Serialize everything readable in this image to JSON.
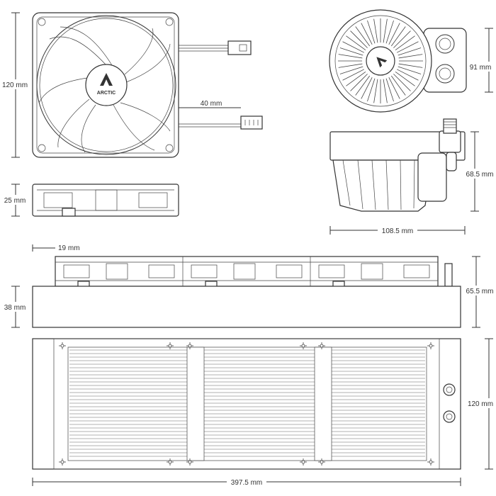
{
  "brand": "ARCTIC",
  "dimensions": {
    "fan_height": "120 mm",
    "cable_length": "40 mm",
    "fan_thickness": "25 mm",
    "pump_diameter": "91 mm",
    "pump_height": "68.5 mm",
    "pump_width": "108.5 mm",
    "fan_offset": "19 mm",
    "radiator_thickness": "38 mm",
    "total_thickness": "65.5 mm",
    "radiator_height": "120 mm",
    "radiator_length": "397.5 mm"
  },
  "colors": {
    "line": "#333333",
    "background": "#ffffff"
  }
}
